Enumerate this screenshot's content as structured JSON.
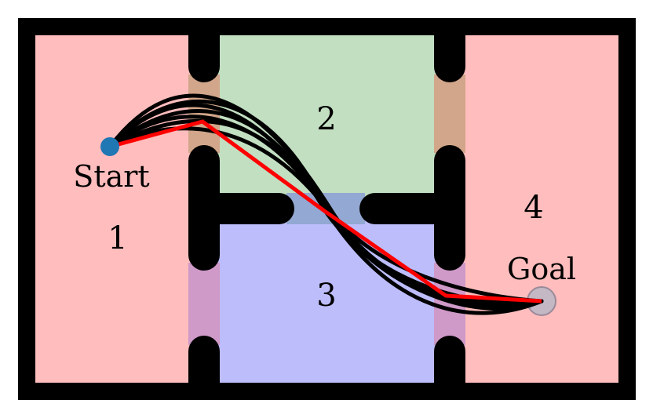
{
  "rooms": [
    {
      "id": "1",
      "label": "1",
      "color": "#ffbdbd"
    },
    {
      "id": "2",
      "label": "2",
      "color": "#c2dfc2"
    },
    {
      "id": "3",
      "label": "3",
      "color": "#bdbdfc"
    },
    {
      "id": "4",
      "label": "4",
      "color": "#ffbdbd"
    }
  ],
  "doors": [
    {
      "between": [
        "1",
        "2"
      ],
      "color": "#d2a68a"
    },
    {
      "between": [
        "1",
        "3"
      ],
      "color": "#cf99c8"
    },
    {
      "between": [
        "2",
        "3"
      ],
      "color": "#93a8d2"
    },
    {
      "between": [
        "2",
        "4"
      ],
      "color": "#d2a68a"
    },
    {
      "between": [
        "3",
        "4"
      ],
      "color": "#cf99c8"
    }
  ],
  "markers": {
    "start": {
      "label": "Start",
      "color": "#1f77b4"
    },
    "goal": {
      "label": "Goal",
      "color": "#c3b8c4"
    }
  },
  "colors": {
    "wall": "#000000",
    "sampled_trajectory": "#000000",
    "best_trajectory": "#ff0000"
  }
}
